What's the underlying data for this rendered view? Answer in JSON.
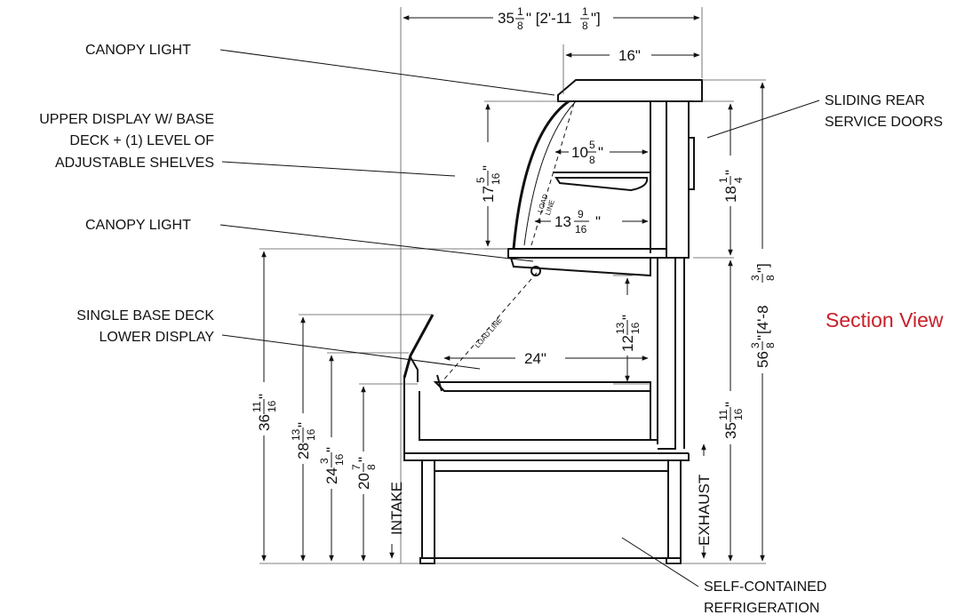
{
  "title": "Section View",
  "title_color": "#c8202a",
  "callouts": {
    "canopy_light_upper": "CANOPY LIGHT",
    "upper_display": [
      "UPPER DISPLAY W/ BASE",
      "DECK + (1) LEVEL OF",
      "ADJUSTABLE SHELVES"
    ],
    "canopy_light_lower": "CANOPY LIGHT",
    "lower_display": [
      "SINGLE BASE DECK",
      "LOWER DISPLAY"
    ],
    "rear_doors": [
      "SLIDING REAR",
      "SERVICE DOORS"
    ],
    "refrigeration": [
      "SELF-CONTAINED",
      "REFRIGERATION"
    ]
  },
  "load_line_upper": [
    "LOAD",
    "LINE"
  ],
  "load_line_lower": "LOAD LINE",
  "flow": {
    "intake": "INTAKE",
    "exhaust": "EXHAUST"
  },
  "dimensions": {
    "overall_width": {
      "whole": "35",
      "num": "1",
      "den": "8",
      "suffix": "\" [2'-11",
      "suffix_num": "1",
      "suffix_den": "8",
      "suffix_end": "\"]"
    },
    "canopy_depth": "16\"",
    "upper_shelf_depth": {
      "whole": "10",
      "num": "5",
      "den": "8",
      "mark": "\""
    },
    "upper_deck_depth": {
      "whole": "13",
      "num": "9",
      "den": "16",
      "mark": "\""
    },
    "lower_deck_depth": "24\"",
    "upper_height": {
      "whole": "17",
      "num": "5",
      "den": "16",
      "mark": "\""
    },
    "lower_height": {
      "whole": "12",
      "num": "13",
      "den": "16",
      "mark": "\""
    },
    "door_height": {
      "whole": "18",
      "num": "1",
      "den": "4",
      "mark": "\""
    },
    "overall_height": {
      "whole": "56",
      "num": "3",
      "den": "8",
      "mark": "\"",
      "suffix": " [4'-8",
      "suffix_num": "3",
      "suffix_den": "8",
      "suffix_end": "\"]"
    },
    "counter_height_rear": {
      "whole": "35",
      "num": "11",
      "den": "16",
      "mark": "\""
    },
    "h1": {
      "whole": "36",
      "num": "11",
      "den": "16",
      "mark": "\""
    },
    "h2": {
      "whole": "28",
      "num": "13",
      "den": "16",
      "mark": "\""
    },
    "h3": {
      "whole": "24",
      "num": "3",
      "den": "16",
      "mark": "\""
    },
    "h4": {
      "whole": "20",
      "num": "7",
      "den": "8",
      "mark": "\""
    }
  }
}
